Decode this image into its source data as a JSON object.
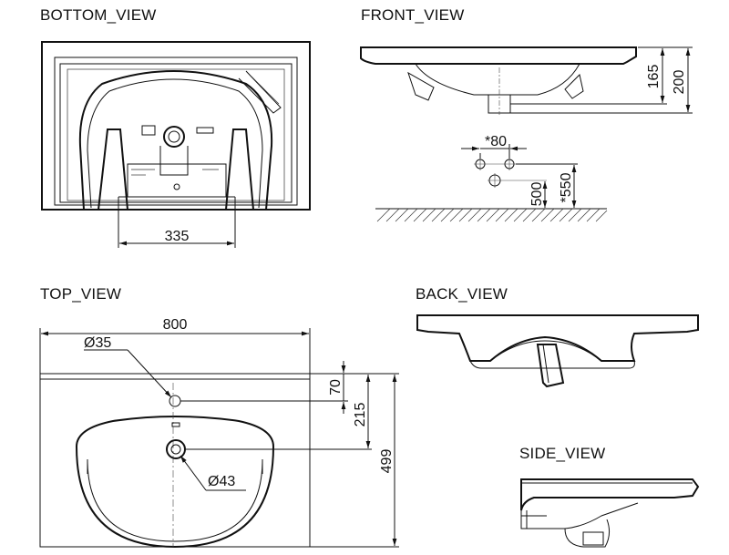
{
  "views": {
    "bottom": "BOTTOM_VIEW",
    "front": "FRONT_VIEW",
    "top": "TOP_VIEW",
    "back": "BACK_VIEW",
    "side": "SIDE_VIEW"
  },
  "dimensions": {
    "bottom_width": "335",
    "front_165": "165",
    "front_200": "200",
    "pipe_spacing": "*80",
    "drain_500": "500",
    "supply_550": "*550",
    "top_width": "800",
    "tap_hole": "Ø35",
    "tap_offset": "70",
    "drain_offset": "215",
    "depth": "499",
    "drain_hole": "Ø43"
  }
}
